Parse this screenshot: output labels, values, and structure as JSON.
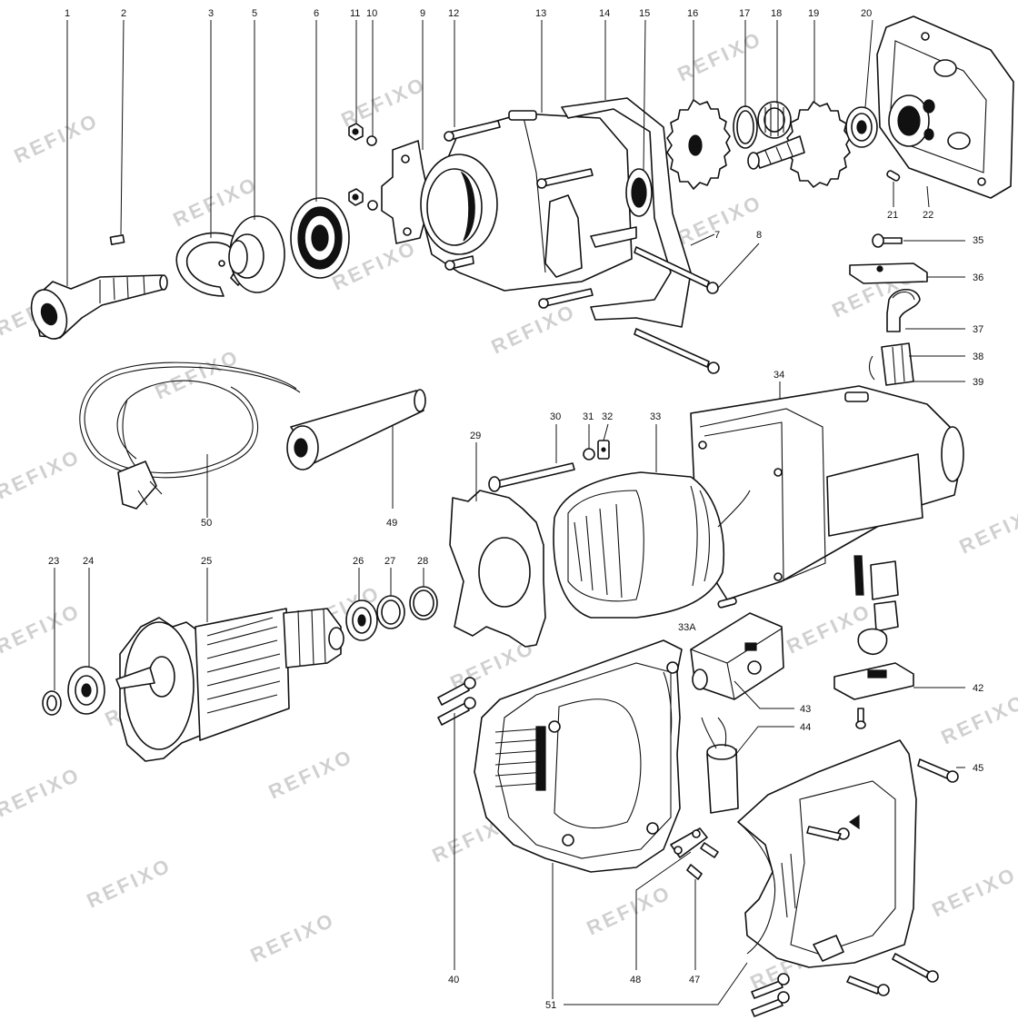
{
  "watermark": "REFIXO",
  "labels": {
    "p1": "1",
    "p2": "2",
    "p3": "3",
    "p5": "5",
    "p6": "6",
    "p11": "11",
    "p10": "10",
    "p9": "9",
    "p12": "12",
    "p13": "13",
    "p14": "14",
    "p15": "15",
    "p16": "16",
    "p17": "17",
    "p18": "18",
    "p19": "19",
    "p20": "20",
    "p21": "21",
    "p22": "22",
    "p7": "7",
    "p8": "8",
    "p35": "35",
    "p36": "36",
    "p37": "37",
    "p38": "38",
    "p39": "39",
    "p34": "34",
    "p30": "30",
    "p31": "31",
    "p32": "32",
    "p33": "33",
    "p29": "29",
    "p49": "49",
    "p50": "50",
    "p23": "23",
    "p24": "24",
    "p25": "25",
    "p26": "26",
    "p27": "27",
    "p28": "28",
    "p33A": "33A",
    "p42": "42",
    "p43": "43",
    "p44": "44",
    "p45": "45",
    "p40": "40",
    "p48": "48",
    "p47": "47",
    "p51": "51"
  }
}
